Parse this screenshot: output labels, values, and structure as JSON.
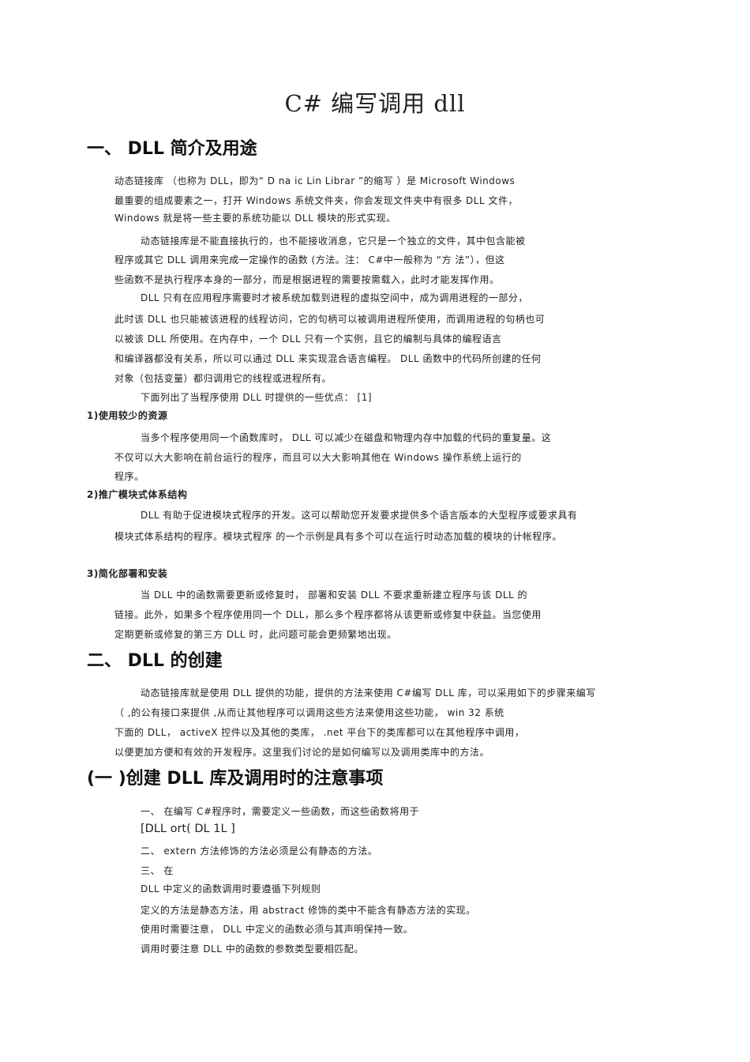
{
  "title": "C#  编写调用      dll",
  "sections": {
    "s1": "一、   DLL 简介及用途",
    "s2": "二、   DLL 的创建",
    "s3": "(一 )创建    DLL 库及调用时的注意事项"
  },
  "lines": [
    "动态链接库       （也称为       DLL，即为“      D    na    ic Lin     Librar ”的缩写          ）是 Microsoft Windows",
    "最重要的组成要素之一，打开                     Windows 系统文件夹，你会发现文件夹中有很多                             DLL 文件，",
    "Windows 就是将一些主要的系统功能以                     DLL 模块的形式实现。",
    "动态链接库是不能直接执行的，也不能接收消息，它只是一个独立的文件，其中包含能被",
    "程序或其它        DLL 调用来完成一定操作的函数                     (方法。注：        C#中一般称为          “方       法”），但这",
    "些函数不是执行程序本身的一部分，而是根据进程的需要按需载入，此时才能发挥作用。",
    "DLL 只有在应用程序需要时才被系统加载到进程的虚拟空间中，成为调用进程的一部分，",
    "此时该        DLL 也只能被该进程的线程访问，它的句柄可以被调用进程所使用，而调用进程的句柄也可",
    "以被该        DLL 所使用。在内存中，一个                     DLL 只有一个实例，且它的编制与具体的编程语言",
    "和编译器都没有关系，所以可以通过                        DLL 来实现混合语言编程。                 DLL 函数中的代码所创建的任何",
    "对象（包括变量）都归调用它的线程或进程所有。",
    "下面列出了当程序使用                   DLL 时提供的一些优点：                      [1]",
    "1)使用较少的资源",
    "当多个程序使用同一个函数库时，                        DLL 可以减少在磁盘和物理内存中加载的代码的重复量。这",
    "不仅可以大大影响在前台运行的程序，而且可以大大影响其他在                                                  Windows 操作系统上运行的",
    "程序。",
    "2)推广模块式体系结构",
    "DLL 有助于促进模块式程序的开发。这可以帮助您开发要求提供多个语言版本的大型程序或要求具有",
    "模块式体系结构的程序。模块式程序                        的一个示例是具有多个可以在运行时动态加载的模块的计帐程序。",
    "3)简化部署和安装",
    "当    DLL 中的函数需要更新或修复时，                     部署和安装          DLL 不要求重新建立程序与该                    DLL 的",
    "链接。此外，如果多个程序使用同一个                                DLL，那么多个程序都将从该更新或修复中获益。当您使用",
    "定期更新或修复的第三方                          DLL 时，此问题可能会更频繁地出现。",
    "动态链接库就是使用               DLL 提供的功能，提供的方法来使用                         C#编写      DLL 库，可以采用如下的步骤来编写",
    "（ ,的公有接口来提供                 ,从而让其他程序可以调用这些方法来使用这些功能，                                             win 32 系统",
    "下面的      DLL，  activeX 控件以及其他的类库，                        .net 平台下的类库都可以在其他程序中调用，",
    "以便更加方便和有效的开发程序。这里我们讨论的是如何编写以及调用类库中的方法。",
    "一、     在编写       C#程序时，需要定义一些函数，而这些函数将用于",
    "[DLL          ort(    DL 1L            ]",
    "二、        extern 方法修饰的方法必须是公有静态的方法。",
    "三、     在",
    "DLL 中定义的函数调用时要遵循下列规则",
    "定义的方法是静态方法，用                        abstract 修饰的类中不能含有静态方法的实现。",
    "使用时需要注意，              DLL 中定义的函数必须与其声明保持一致。",
    "调用时要注意           DLL 中的函数的参数类型要相匹配。"
  ]
}
